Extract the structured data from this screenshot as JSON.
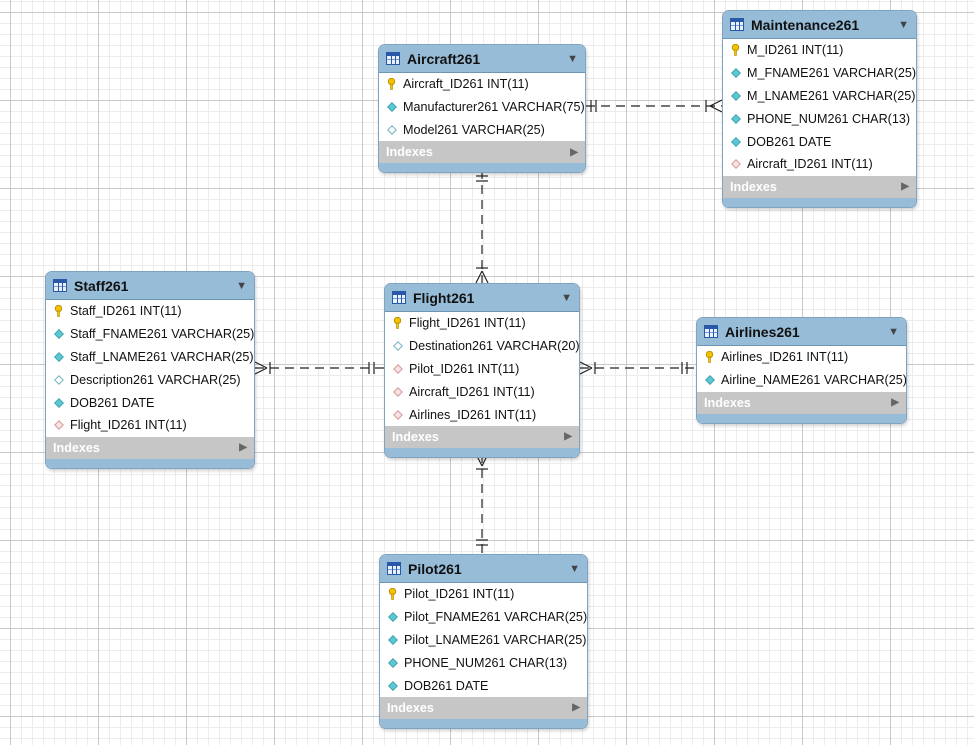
{
  "colors": {
    "header": "#97bcd8",
    "pk": "#f2c200",
    "column": "#5cc7d3",
    "nullable": "#7fb8c4",
    "fk": "#d9a0a0"
  },
  "tables": {
    "maintenance": {
      "name": "Maintenance261",
      "indexes_label": "Indexes",
      "columns": [
        {
          "text": "M_ID261 INT(11)",
          "icon": "key-icon"
        },
        {
          "text": "M_FNAME261 VARCHAR(25)",
          "icon": "column-icon"
        },
        {
          "text": "M_LNAME261 VARCHAR(25)",
          "icon": "column-icon"
        },
        {
          "text": "PHONE_NUM261 CHAR(13)",
          "icon": "column-icon"
        },
        {
          "text": "DOB261 DATE",
          "icon": "column-icon"
        },
        {
          "text": "Aircraft_ID261 INT(11)",
          "icon": "foreign-key-icon"
        }
      ]
    },
    "aircraft": {
      "name": "Aircraft261",
      "indexes_label": "Indexes",
      "columns": [
        {
          "text": "Aircraft_ID261 INT(11)",
          "icon": "key-icon"
        },
        {
          "text": "Manufacturer261 VARCHAR(75)",
          "icon": "column-icon"
        },
        {
          "text": "Model261 VARCHAR(25)",
          "icon": "nullable-column-icon"
        }
      ]
    },
    "staff": {
      "name": "Staff261",
      "indexes_label": "Indexes",
      "columns": [
        {
          "text": "Staff_ID261 INT(11)",
          "icon": "key-icon"
        },
        {
          "text": "Staff_FNAME261 VARCHAR(25)",
          "icon": "column-icon"
        },
        {
          "text": "Staff_LNAME261 VARCHAR(25)",
          "icon": "column-icon"
        },
        {
          "text": "Description261 VARCHAR(25)",
          "icon": "nullable-column-icon"
        },
        {
          "text": "DOB261 DATE",
          "icon": "column-icon"
        },
        {
          "text": "Flight_ID261 INT(11)",
          "icon": "foreign-key-icon"
        }
      ]
    },
    "flight": {
      "name": "Flight261",
      "indexes_label": "Indexes",
      "columns": [
        {
          "text": "Flight_ID261 INT(11)",
          "icon": "key-icon"
        },
        {
          "text": "Destination261 VARCHAR(20)",
          "icon": "nullable-column-icon"
        },
        {
          "text": "Pilot_ID261 INT(11)",
          "icon": "foreign-key-icon"
        },
        {
          "text": "Aircraft_ID261 INT(11)",
          "icon": "foreign-key-icon"
        },
        {
          "text": "Airlines_ID261 INT(11)",
          "icon": "foreign-key-icon"
        }
      ]
    },
    "airlines": {
      "name": "Airlines261",
      "indexes_label": "Indexes",
      "columns": [
        {
          "text": "Airlines_ID261 INT(11)",
          "icon": "key-icon"
        },
        {
          "text": "Airline_NAME261 VARCHAR(25)",
          "icon": "column-icon"
        }
      ]
    },
    "pilot": {
      "name": "Pilot261",
      "indexes_label": "Indexes",
      "columns": [
        {
          "text": "Pilot_ID261 INT(11)",
          "icon": "key-icon"
        },
        {
          "text": "Pilot_FNAME261 VARCHAR(25)",
          "icon": "column-icon"
        },
        {
          "text": "Pilot_LNAME261 VARCHAR(25)",
          "icon": "column-icon"
        },
        {
          "text": "PHONE_NUM261 CHAR(13)",
          "icon": "column-icon"
        },
        {
          "text": "DOB261 DATE",
          "icon": "column-icon"
        }
      ]
    }
  },
  "relationships": [
    {
      "from": "Aircraft261",
      "to": "Maintenance261",
      "cardinality": "one-to-many"
    },
    {
      "from": "Aircraft261",
      "to": "Flight261",
      "cardinality": "one-to-many"
    },
    {
      "from": "Flight261",
      "to": "Staff261",
      "cardinality": "one-to-many"
    },
    {
      "from": "Airlines261",
      "to": "Flight261",
      "cardinality": "one-to-many"
    },
    {
      "from": "Pilot261",
      "to": "Flight261",
      "cardinality": "one-to-many"
    }
  ]
}
